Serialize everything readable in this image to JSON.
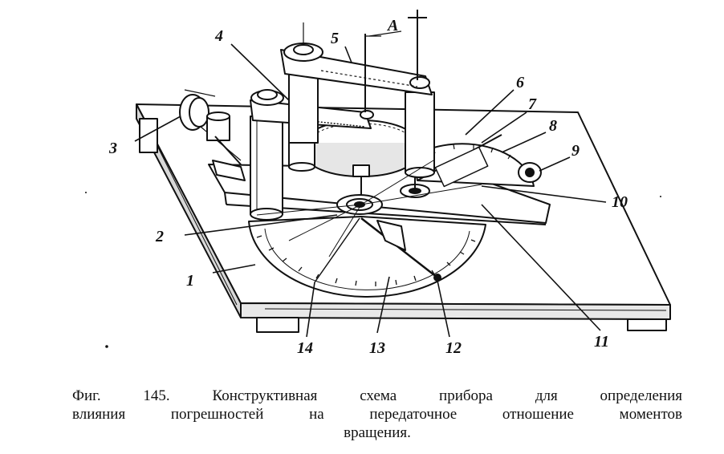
{
  "figure": {
    "labels": {
      "l1": "1",
      "l2": "2",
      "l3": "3",
      "l4": "4",
      "l5": "5",
      "l6": "6",
      "l7": "7",
      "l8": "8",
      "l9": "9",
      "l10": "10",
      "l11": "11",
      "l12": "12",
      "l13": "13",
      "l14": "14",
      "lA": "A"
    }
  },
  "caption": {
    "line1": "Фиг. 145. Конструктивная схема прибора для определения",
    "line2": "влияния погрешностей на передаточное отношение моментов",
    "line3": "вращения."
  }
}
